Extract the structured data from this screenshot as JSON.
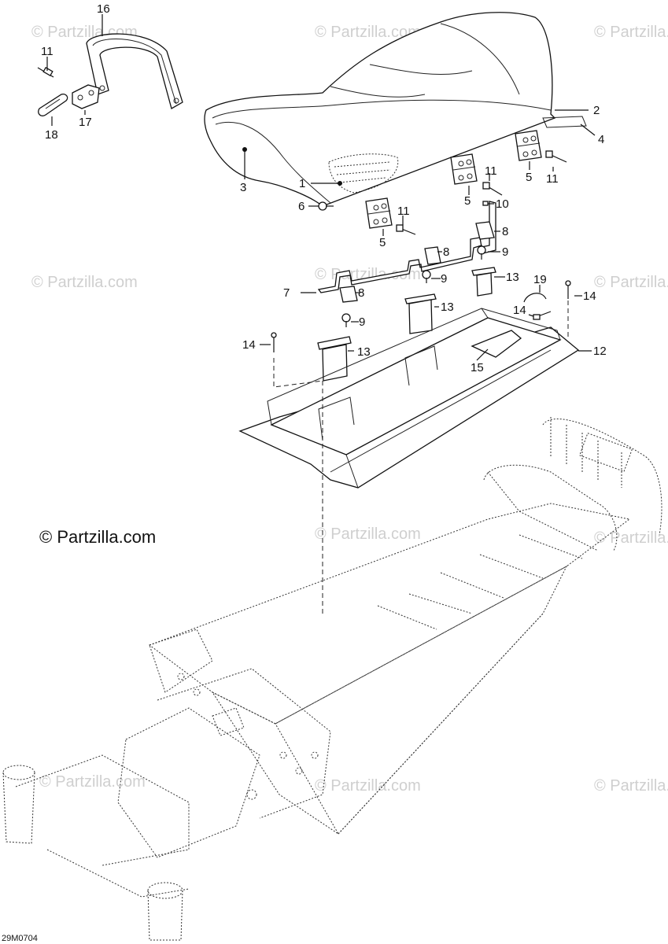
{
  "watermark": "© Partzilla.com",
  "copyright": "© Partzilla.com",
  "diagram_code": "29M0704",
  "callouts": [
    "16",
    "11",
    "17",
    "18",
    "2",
    "4",
    "3",
    "1",
    "5",
    "11",
    "11",
    "5",
    "6",
    "10",
    "11",
    "5",
    "8",
    "8",
    "9",
    "7",
    "8",
    "9",
    "13",
    "19",
    "14",
    "13",
    "9",
    "14",
    "14",
    "13",
    "12",
    "15"
  ],
  "icons": {
    "seat": "seat-icon",
    "handle": "grab-handle-icon",
    "frame": "chassis-frame-icon",
    "tray": "storage-tray-icon"
  }
}
